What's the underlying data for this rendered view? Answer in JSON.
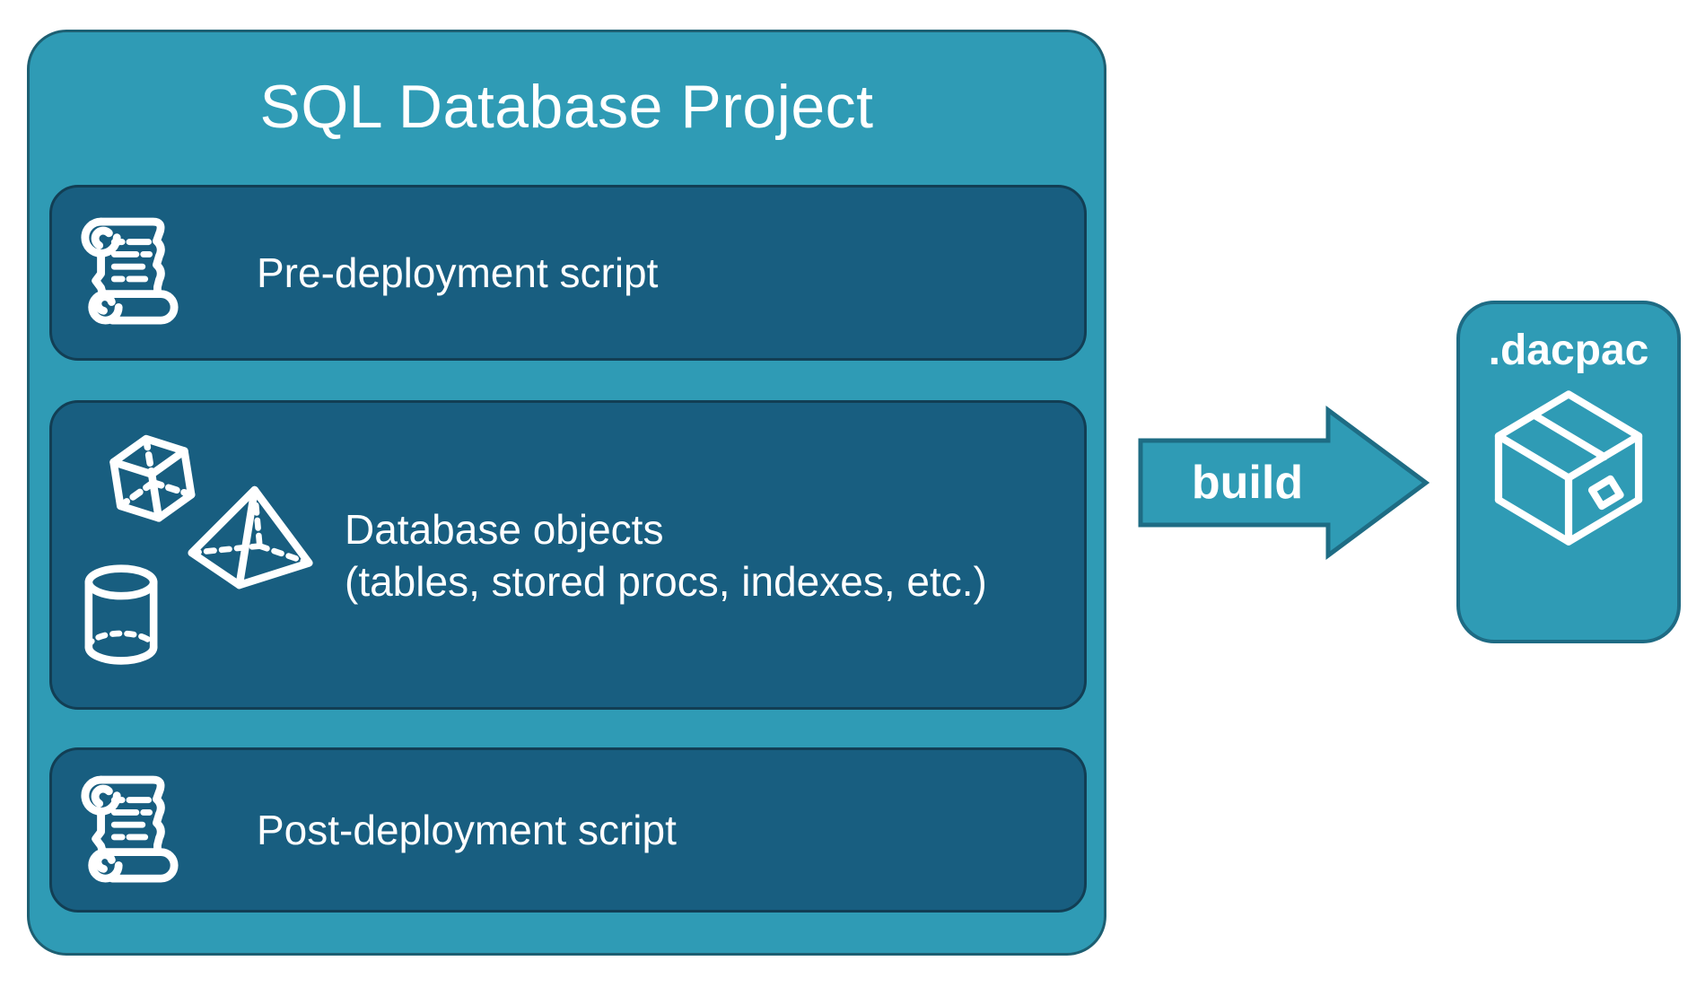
{
  "colors": {
    "canvas_background": "#FFFFFF",
    "container_fill": "#2F9BB5",
    "container_border": "#1D5F72",
    "row_fill": "#185E80",
    "row_border": "#123E54",
    "arrow_fill": "#2F9BB5",
    "arrow_border": "#1E6C84",
    "text": "#FFFFFF"
  },
  "project": {
    "title": "SQL Database Project",
    "rows": [
      {
        "icon": "scroll-icon",
        "label": "Pre-deployment script"
      },
      {
        "icon": "cube-pyramid-cylinder-shapes",
        "label_line1": "Database objects",
        "label_line2": "(tables, stored procs, indexes, etc.)"
      },
      {
        "icon": "scroll-icon",
        "label": "Post-deployment script"
      }
    ]
  },
  "build_arrow": {
    "label": "build"
  },
  "dacpac": {
    "label": ".dacpac",
    "icon": "package-icon"
  }
}
